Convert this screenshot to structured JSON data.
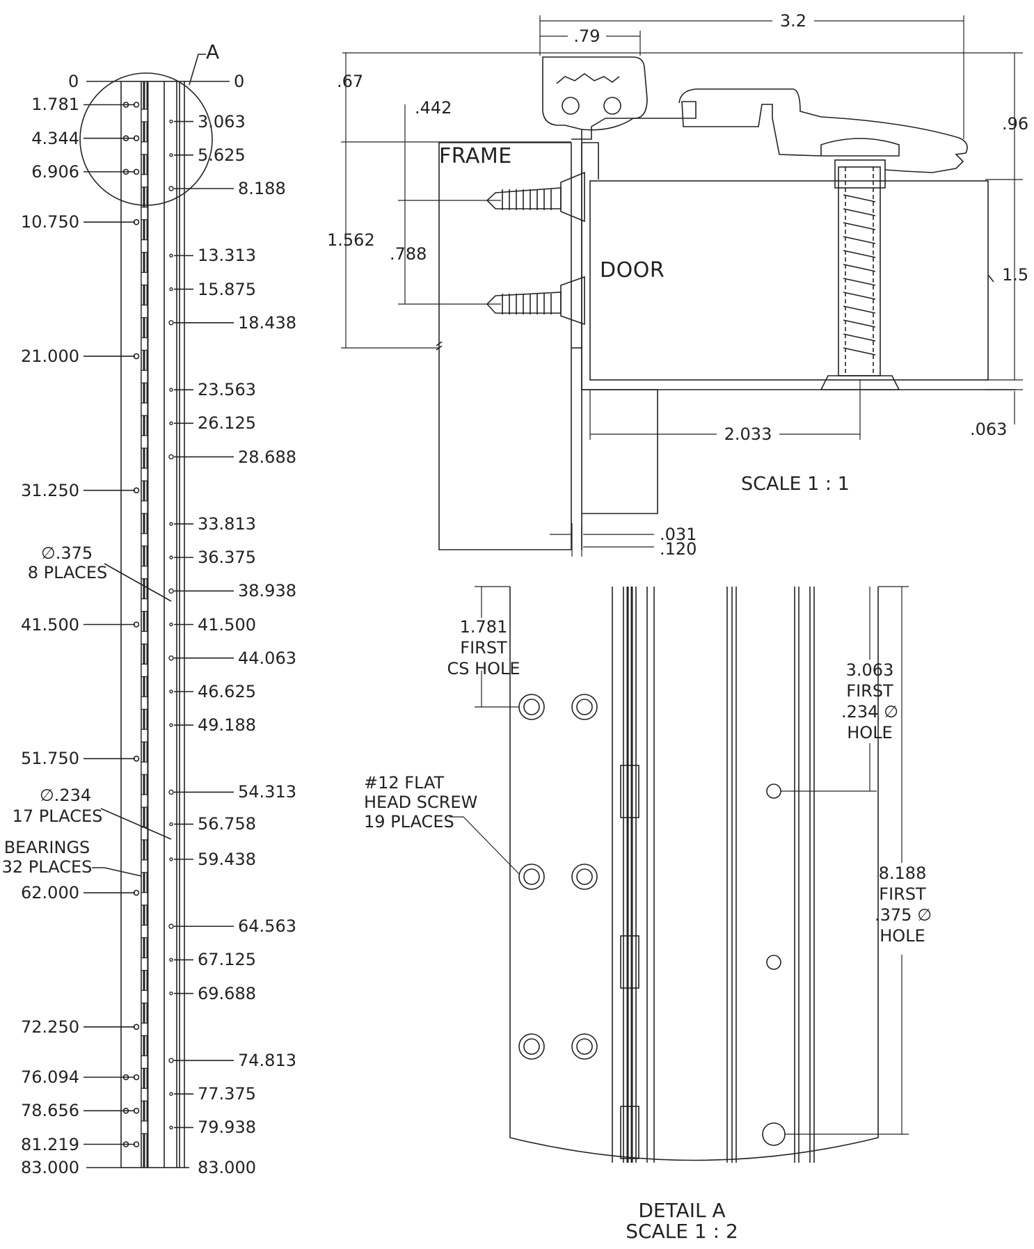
{
  "detail_callout": "A",
  "strip": {
    "top_left": "0",
    "top_right": "0",
    "left_dims": [
      "1.781",
      "4.344",
      "6.906",
      "10.750",
      "21.000",
      "31.250",
      "41.500",
      "51.750",
      "62.000",
      "72.250",
      "76.094",
      "78.656",
      "81.219",
      "83.000"
    ],
    "right_dims": [
      "3.063",
      "5.625",
      "8.188",
      "13.313",
      "15.875",
      "18.438",
      "23.563",
      "26.125",
      "28.688",
      "33.813",
      "36.375",
      "38.938",
      "41.500",
      "44.063",
      "46.625",
      "49.188",
      "54.313",
      "56.758",
      "59.438",
      "64.563",
      "67.125",
      "69.688",
      "74.813",
      "77.375",
      "79.938",
      "83.000"
    ],
    "note_375_a": "∅.375",
    "note_375_b": "8 PLACES",
    "note_234_a": "∅.234",
    "note_234_b": "17 PLACES",
    "note_bear_a": "BEARINGS",
    "note_bear_b": "32 PLACES"
  },
  "section": {
    "dim_3_2": "3.2",
    "dim_79": ".79",
    "dim_67": ".67",
    "dim_442": ".442",
    "dim_96": ".96",
    "dim_1562": "1.562",
    "dim_788": ".788",
    "dim_1_5": "1.5",
    "dim_063": ".063",
    "dim_2033": "2.033",
    "dim_031": ".031",
    "dim_120": ".120",
    "label_frame": "FRAME",
    "label_door": "DOOR",
    "scale": "SCALE 1 : 1"
  },
  "detail": {
    "note_1781_a": "1.781",
    "note_1781_b": "FIRST",
    "note_1781_c": "CS HOLE",
    "note_3063_a": "3.063",
    "note_3063_b": "FIRST",
    "note_3063_c": ".234 ∅",
    "note_3063_d": "HOLE",
    "note_8188_a": "8.188",
    "note_8188_b": "FIRST",
    "note_8188_c": ".375 ∅",
    "note_8188_d": "HOLE",
    "note_screw_a": "#12 FLAT",
    "note_screw_b": "HEAD SCREW",
    "note_screw_c": "19 PLACES",
    "title": "DETAIL A",
    "scale": "SCALE 1 : 2"
  }
}
